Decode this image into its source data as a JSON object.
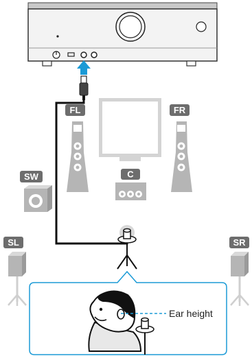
{
  "speakers": {
    "front_left": "FL",
    "front_right": "FR",
    "center": "C",
    "subwoofer": "SW",
    "surround_left": "SL",
    "surround_right": "SR"
  },
  "callout": {
    "ear_height_label": "Ear height"
  },
  "colors": {
    "label_bg": "#6d6d6d",
    "line": "#111111",
    "arrow": "#1a9ad6",
    "callout_border": "#1a9ad6",
    "speaker_gray": "#b5b5b5",
    "tv_gray": "#d4d4d4"
  }
}
